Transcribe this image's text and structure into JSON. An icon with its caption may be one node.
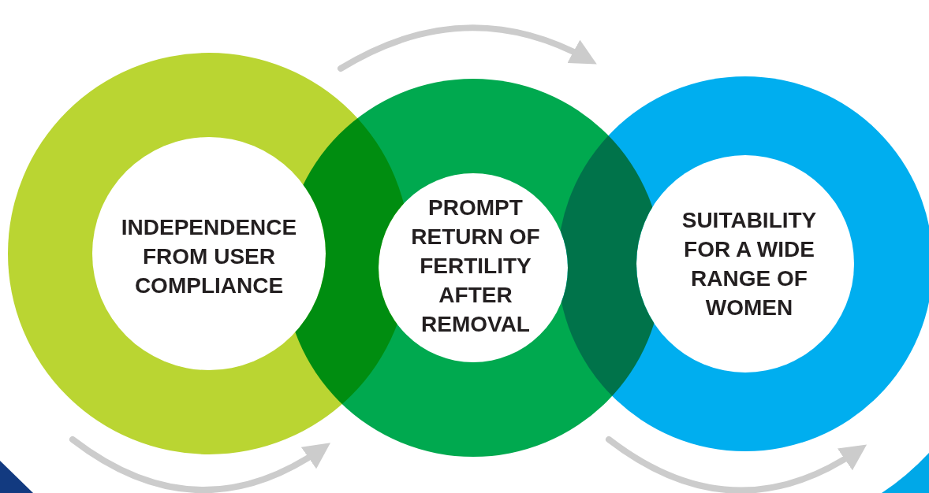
{
  "diagram": {
    "nodes": [
      {
        "text": [
          "INDEPENDENCE FROM USER COMPLIANCE"
        ]
      },
      {
        "text": [
          "PROMPT RETURN OF FERTILITY AFTER REMOVAL"
        ]
      },
      {
        "text": [
          "SUITABILITY FOR A WIDE RANGE OF WOMEN"
        ]
      }
    ]
  }
}
